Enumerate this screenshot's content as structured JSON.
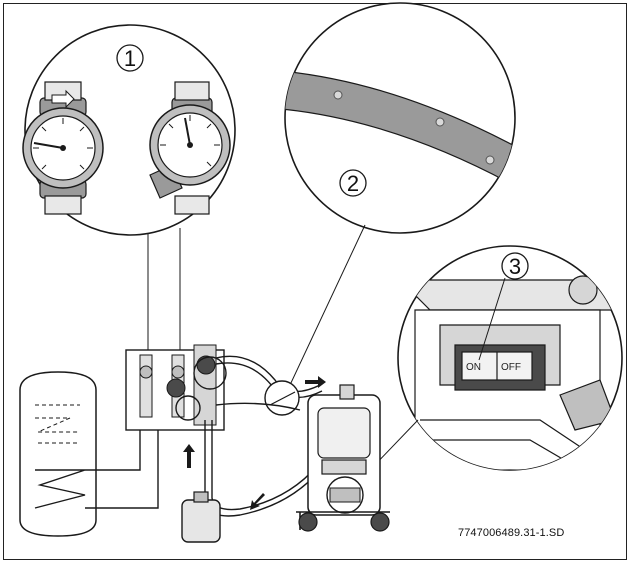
{
  "callouts": {
    "one": "1",
    "two": "2",
    "three": "3"
  },
  "switch_labels": {
    "on": "ON",
    "off": "OFF"
  },
  "caption": "7747006489.31-1.SD",
  "colors": {
    "line": "#1a1a1a",
    "gauge_ring": "#bfbfbf",
    "band": "#9a9a9a",
    "shade": "#d6d6d6",
    "dark": "#4a4a4a"
  },
  "icons": [
    "pressure-gauge-icon",
    "flow-arrow-icon",
    "rocker-switch-icon",
    "pump-cart-icon",
    "canister-icon",
    "storage-tank-icon"
  ]
}
